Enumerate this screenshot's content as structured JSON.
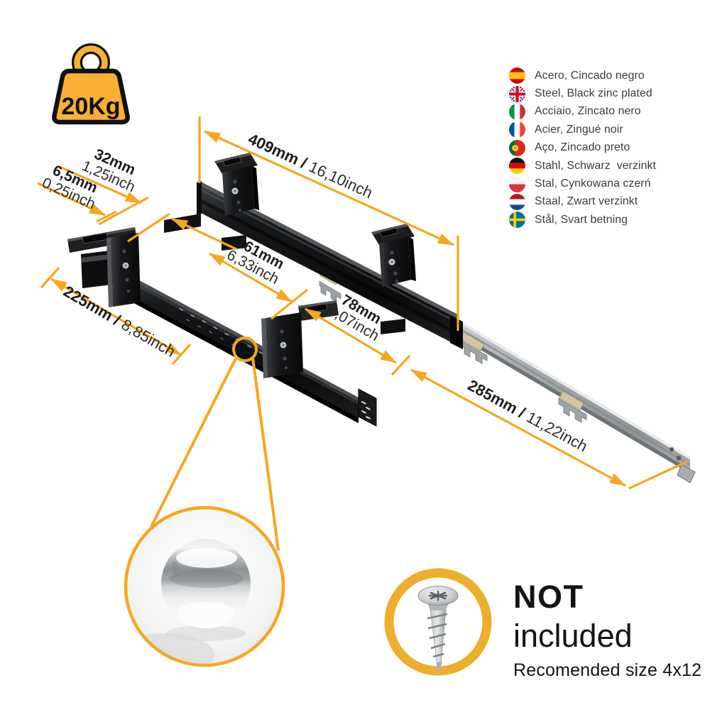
{
  "weight_badge": {
    "label": "20Kg"
  },
  "materials": {
    "items": [
      {
        "flag": "spain",
        "label": "Acero, Cincado negro"
      },
      {
        "flag": "uk",
        "label": "Steel, Black zinc plated"
      },
      {
        "flag": "italy",
        "label": "Acciaio, Zincato nero"
      },
      {
        "flag": "france",
        "label": "Acier, Zingué noir"
      },
      {
        "flag": "portugal",
        "label": "Aço, Zincado preto"
      },
      {
        "flag": "germany",
        "label": "Stahl, Schwarz  verzinkt"
      },
      {
        "flag": "poland",
        "label": "Stal, Cynkowana czerń"
      },
      {
        "flag": "netherlands",
        "label": "Staal, Zwart verzinkt"
      },
      {
        "flag": "sweden",
        "label": "Stål, Svart betning"
      }
    ]
  },
  "dims": {
    "d409": {
      "mm": "409mm /",
      "inch": "16,10inch"
    },
    "d32": {
      "mm": "32mm",
      "inch": "1,25inch"
    },
    "d65": {
      "mm": "6,5mm",
      "inch": "0,25inch"
    },
    "d161": {
      "mm": "161mm",
      "inch": "6,33inch"
    },
    "d78": {
      "mm": "78mm",
      "inch": "3,07inch"
    },
    "d225": {
      "mm": "225mm /",
      "inch": "8,85inch"
    },
    "d285": {
      "mm": "285mm /",
      "inch": "11,22inch"
    }
  },
  "not_included": {
    "title": "NOT",
    "subtitle": "included",
    "note": "Recomended size 4x12"
  },
  "colors": {
    "accent": "#F6A71F",
    "badge_yellow": "#F8B133",
    "screw_ring": "#EDAF2B"
  }
}
